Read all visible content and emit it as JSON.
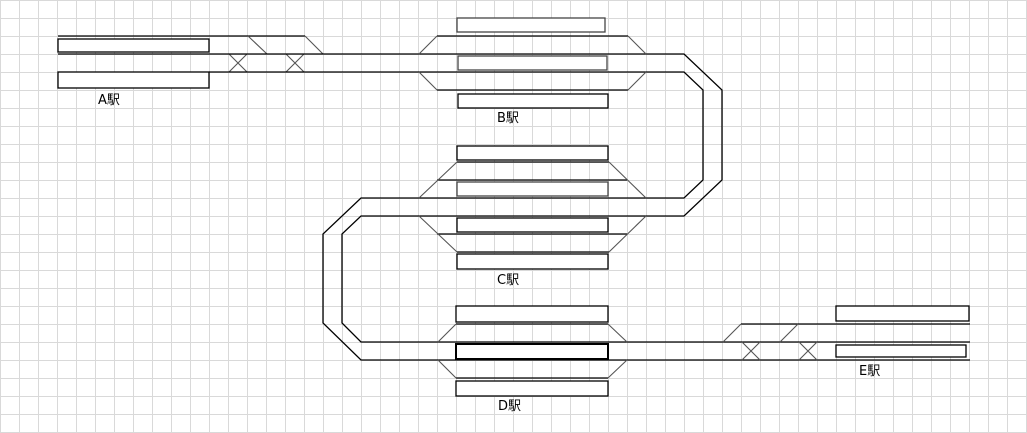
{
  "diagram": {
    "type": "railway-track-layout",
    "stations": [
      {
        "id": "A",
        "label": "A駅"
      },
      {
        "id": "B",
        "label": "B駅"
      },
      {
        "id": "C",
        "label": "C駅"
      },
      {
        "id": "D",
        "label": "D駅"
      },
      {
        "id": "E",
        "label": "E駅"
      }
    ],
    "colors": {
      "track": "#000000",
      "switch": "#555555",
      "grid": "#d9d9d9",
      "background": "#ffffff"
    }
  }
}
